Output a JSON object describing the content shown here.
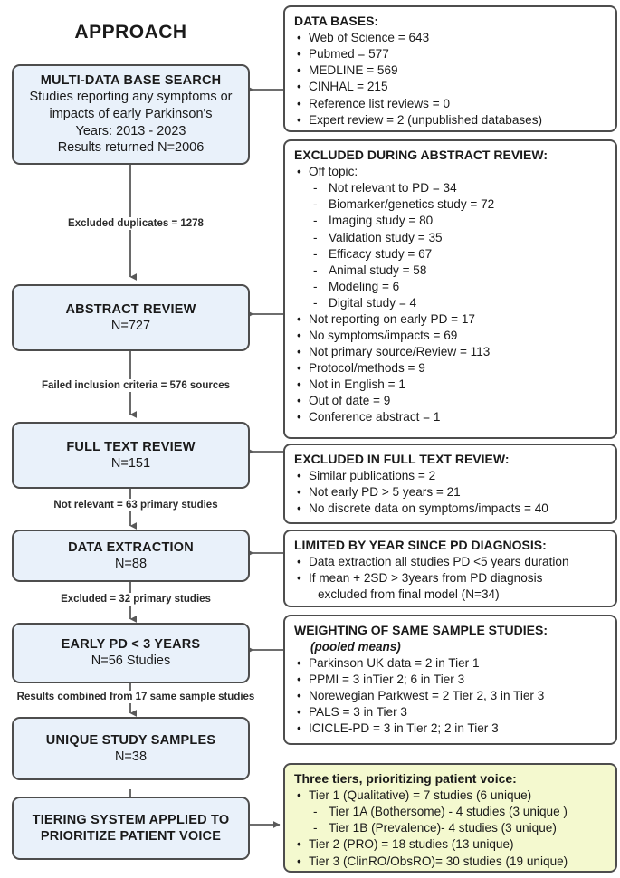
{
  "title": "APPROACH",
  "flow": [
    {
      "name": "multi-data-base-search",
      "title": "MULTI-DATA BASE SEARCH",
      "lines": [
        "Studies reporting any symptoms or",
        "impacts of early Parkinson's",
        "Years: 2013 - 2023",
        "Results returned N=2006"
      ]
    },
    {
      "name": "abstract-review",
      "title": "ABSTRACT REVIEW",
      "lines": [
        "N=727"
      ]
    },
    {
      "name": "full-text-review",
      "title": "FULL TEXT REVIEW",
      "lines": [
        "N=151"
      ]
    },
    {
      "name": "data-extraction",
      "title": "DATA EXTRACTION",
      "lines": [
        "N=88"
      ]
    },
    {
      "name": "early-pd-under-3-years",
      "title": "EARLY PD < 3 YEARS",
      "lines": [
        "N=56 Studies"
      ]
    },
    {
      "name": "unique-study-samples",
      "title": "UNIQUE STUDY SAMPLES",
      "lines": [
        "N=38"
      ]
    },
    {
      "name": "tiering-system-applied",
      "title": "TIERING SYSTEM APPLIED TO PRIORITIZE PATIENT VOICE",
      "title_line1": "TIERING SYSTEM APPLIED TO",
      "title_line2": "PRIORITIZE PATIENT VOICE",
      "lines": []
    }
  ],
  "edge_labels": [
    "Excluded duplicates = 1278",
    "Failed inclusion criteria = 576 sources",
    "Not relevant = 63 primary studies",
    "Excluded = 32 primary studies",
    "Results combined from 17 same sample studies"
  ],
  "notes": {
    "databases": {
      "heading": "DATA BASES:",
      "items": [
        "Web of Science = 643",
        "Pubmed = 577",
        "MEDLINE = 569",
        "CINHAL = 215",
        "Reference list reviews = 0",
        "Expert review = 2 (unpublished databases)"
      ]
    },
    "excluded_abstract": {
      "heading": "EXCLUDED DURING ABSTRACT REVIEW:",
      "items": [
        {
          "text": "Off topic:",
          "level": "bullet"
        },
        {
          "text": "Not relevant to PD = 34",
          "level": "sub"
        },
        {
          "text": "Biomarker/genetics study = 72",
          "level": "sub"
        },
        {
          "text": "Imaging study = 80",
          "level": "sub"
        },
        {
          "text": "Validation study = 35",
          "level": "sub"
        },
        {
          "text": "Efficacy study = 67",
          "level": "sub"
        },
        {
          "text": "Animal study = 58",
          "level": "sub"
        },
        {
          "text": "Modeling = 6",
          "level": "sub"
        },
        {
          "text": "Digital study = 4",
          "level": "sub"
        },
        {
          "text": "Not reporting on early PD = 17",
          "level": "bullet"
        },
        {
          "text": "No symptoms/impacts = 69",
          "level": "bullet"
        },
        {
          "text": "Not primary source/Review = 113",
          "level": "bullet"
        },
        {
          "text": "Protocol/methods = 9",
          "level": "bullet"
        },
        {
          "text": "Not in English = 1",
          "level": "bullet"
        },
        {
          "text": "Out of date = 9",
          "level": "bullet"
        },
        {
          "text": "Conference abstract = 1",
          "level": "bullet"
        }
      ]
    },
    "excluded_fulltext": {
      "heading": "EXCLUDED IN FULL TEXT REVIEW:",
      "items": [
        "Similar publications = 2",
        "Not early PD > 5 years = 21",
        "No discrete data on symptoms/impacts = 40"
      ]
    },
    "limited_by_year": {
      "heading": "LIMITED BY YEAR SINCE PD DIAGNOSIS:",
      "items": [
        {
          "text": "Data extraction all studies PD <5 years duration",
          "level": "bullet"
        },
        {
          "text": "If mean + 2SD > 3years from PD diagnosis",
          "level": "bullet"
        },
        {
          "text": "excluded from final model (N=34)",
          "level": "cont"
        }
      ]
    },
    "weighting": {
      "heading": "WEIGHTING OF SAME SAMPLE STUDIES:",
      "subheading": "(pooled means)",
      "items": [
        "Parkinson UK data = 2 in Tier 1",
        "PPMI =  3 inTier 2; 6 in Tier  3",
        "Norewegian Parkwest = 2 Tier 2, 3 in Tier 3",
        "PALS = 3 in Tier 3",
        "ICICLE-PD = 3 in Tier 2; 2 in Tier 3"
      ]
    },
    "tiers": {
      "heading": "Three tiers, prioritizing patient voice:",
      "items": [
        {
          "text": "Tier 1 (Qualitative) = 7 studies (6 unique)",
          "level": "bullet"
        },
        {
          "text": "Tier 1A (Bothersome) - 4 studies (3 unique )",
          "level": "sub"
        },
        {
          "text": "Tier 1B (Prevalence)- 4 studies (3 unique)",
          "level": "sub"
        },
        {
          "text": "Tier 2 (PRO) = 18 studies (13 unique)",
          "level": "bullet"
        },
        {
          "text": "Tier 3 (ClinRO/ObsRO)= 30 studies (19 unique)",
          "level": "bullet"
        }
      ]
    }
  },
  "colors": {
    "flow_box_fill": "#e9f1fa",
    "note_box_fill": "#ffffff",
    "tiers_box_fill": "#f4f9cf",
    "border": "#4d4d4d",
    "connector": "#595959",
    "text": "#1a1a1a"
  }
}
